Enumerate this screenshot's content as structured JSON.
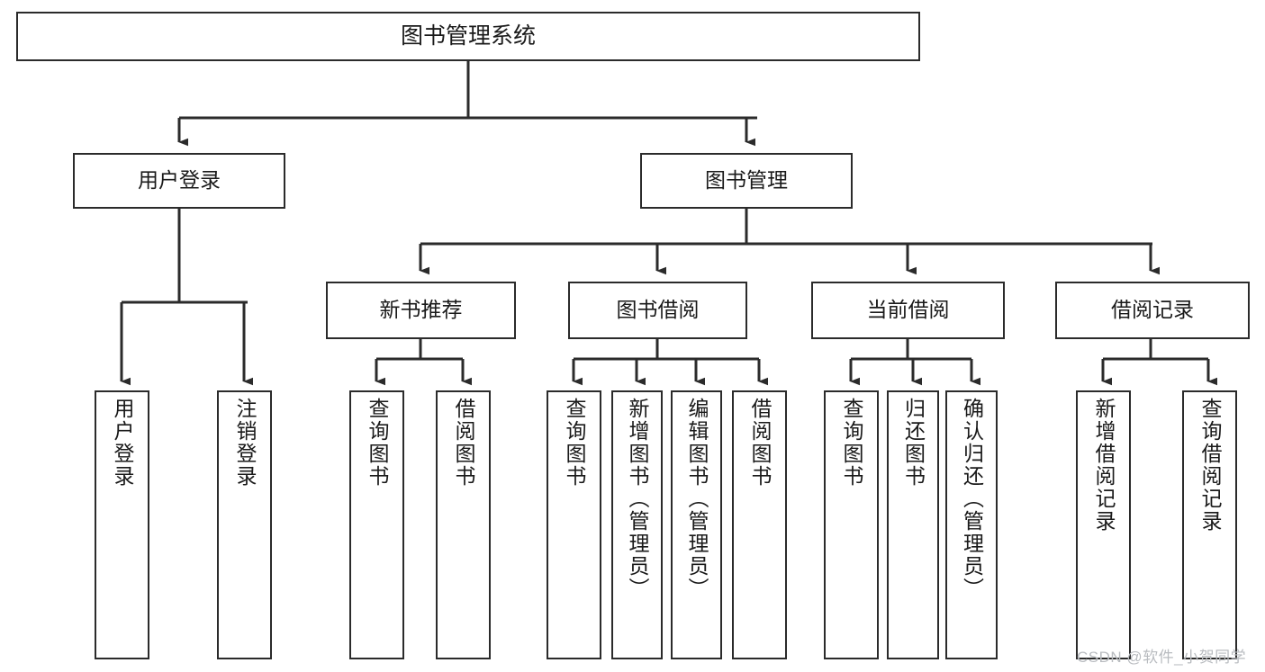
{
  "diagram": {
    "title": "图书管理系统",
    "type": "tree-hierarchy",
    "watermark": "CSDN @软件_小贺同学",
    "colors": {
      "stroke": "#2b2b2b",
      "text": "#1a1a1a",
      "background": "#ffffff",
      "watermark": "#b9bcc0"
    },
    "root": {
      "label": "图书管理系统"
    },
    "level2": [
      {
        "id": "user-login",
        "label": "用户登录"
      },
      {
        "id": "book-management",
        "label": "图书管理"
      }
    ],
    "level3": [
      {
        "id": "new-book-recommend",
        "label": "新书推荐"
      },
      {
        "id": "book-borrow",
        "label": "图书借阅"
      },
      {
        "id": "current-borrow",
        "label": "当前借阅"
      },
      {
        "id": "borrow-record",
        "label": "借阅记录"
      }
    ],
    "leaves": {
      "user_login": [
        {
          "id": "leaf-user-login",
          "label": "用户登录"
        },
        {
          "id": "leaf-logout-login",
          "label": "注销登录"
        }
      ],
      "new_book_recommend": [
        {
          "id": "leaf-query-book-1",
          "label": "查询图书"
        },
        {
          "id": "leaf-borrow-book-1",
          "label": "借阅图书"
        }
      ],
      "book_borrow": [
        {
          "id": "leaf-query-book-2",
          "label": "查询图书"
        },
        {
          "id": "leaf-add-book",
          "label": "新增图书（管理员）"
        },
        {
          "id": "leaf-edit-book",
          "label": "编辑图书（管理员）"
        },
        {
          "id": "leaf-borrow-book-2",
          "label": "借阅图书"
        }
      ],
      "current_borrow": [
        {
          "id": "leaf-query-book-3",
          "label": "查询图书"
        },
        {
          "id": "leaf-return-book",
          "label": "归还图书"
        },
        {
          "id": "leaf-confirm-return",
          "label": "确认归还（管理员）"
        }
      ],
      "borrow_record": [
        {
          "id": "leaf-add-record",
          "label": "新增借阅记录"
        },
        {
          "id": "leaf-query-record",
          "label": "查询借阅记录"
        }
      ]
    }
  }
}
